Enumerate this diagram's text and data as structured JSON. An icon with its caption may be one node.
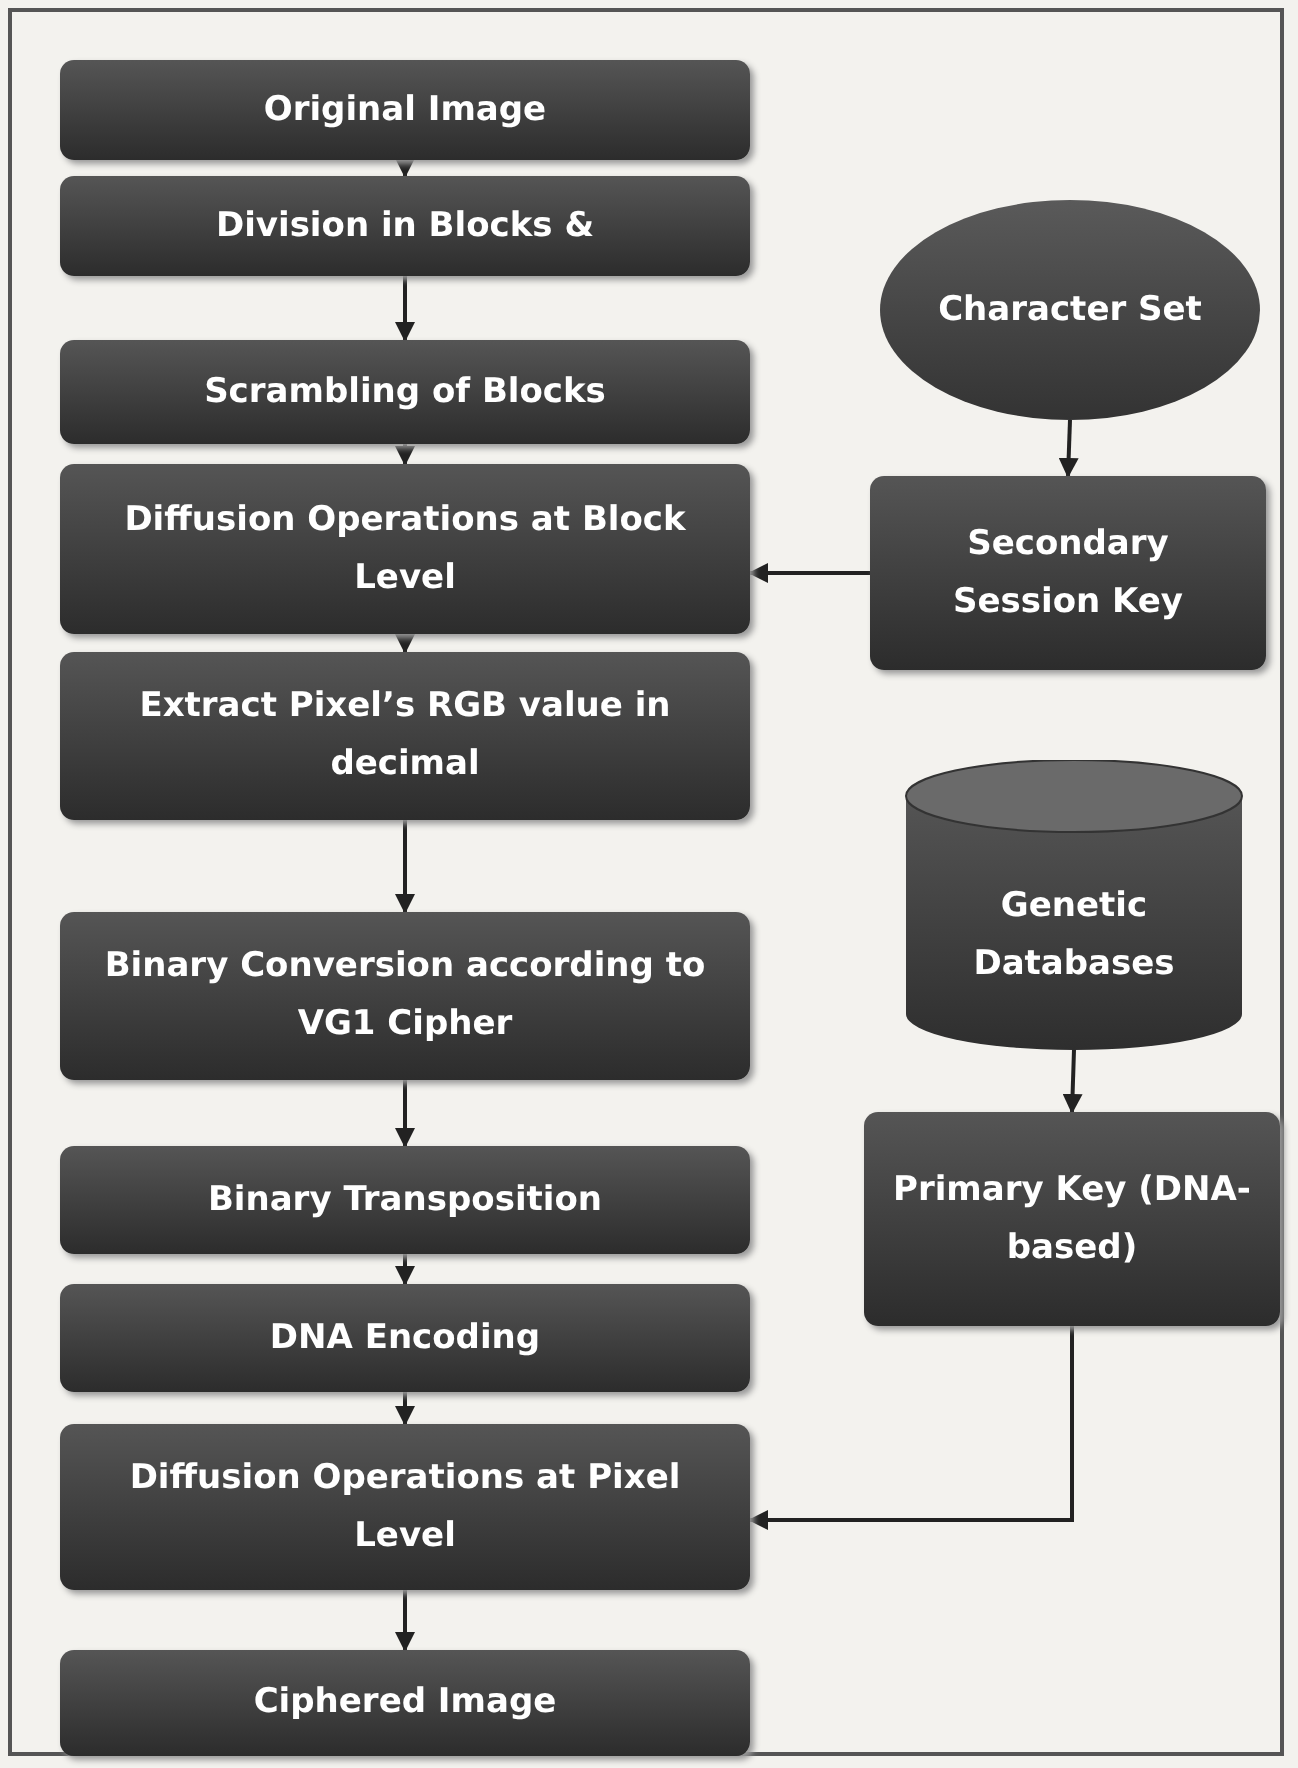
{
  "diagram": {
    "nodes": [
      {
        "text": [
          "Original Image"
        ]
      },
      {
        "text": [
          "Division in Blocks &"
        ]
      },
      {
        "text": [
          "Scrambling of Blocks"
        ]
      },
      {
        "text": [
          "Diffusion Operations at Block Level"
        ]
      },
      {
        "text": [
          "Extract Pixel’s RGB value in decimal"
        ]
      },
      {
        "text": [
          "Binary Conversion according to VG1 Cipher"
        ]
      },
      {
        "text": [
          "Binary Transposition"
        ]
      },
      {
        "text": [
          "DNA Encoding"
        ]
      },
      {
        "text": [
          "Diffusion Operations at Pixel Level"
        ]
      },
      {
        "text": [
          "Ciphered Image"
        ]
      },
      {
        "text": [
          "Character Set"
        ]
      },
      {
        "text": [
          "Secondary Session Key"
        ]
      },
      {
        "text": [
          "Genetic Databases"
        ]
      },
      {
        "text": [
          "Primary Key (DNA-based)"
        ]
      }
    ],
    "edges": [
      {
        "from": 0,
        "to": 1,
        "arrow": "to"
      },
      {
        "from": 1,
        "to": 2,
        "arrow": "to"
      },
      {
        "from": 2,
        "to": 3,
        "arrow": "to"
      },
      {
        "from": 3,
        "to": 4,
        "arrow": "to"
      },
      {
        "from": 4,
        "to": 5,
        "arrow": "to"
      },
      {
        "from": 5,
        "to": 6,
        "arrow": "to"
      },
      {
        "from": 6,
        "to": 7,
        "arrow": "to"
      },
      {
        "from": 7,
        "to": 8,
        "arrow": "to"
      },
      {
        "from": 8,
        "to": 9,
        "arrow": "to"
      },
      {
        "from": 10,
        "to": 11,
        "arrow": "to"
      },
      {
        "from": 11,
        "to": 3,
        "arrow": "to"
      },
      {
        "from": 12,
        "to": 13,
        "arrow": "to"
      },
      {
        "from": 13,
        "to": 8,
        "arrow": "to"
      }
    ]
  }
}
